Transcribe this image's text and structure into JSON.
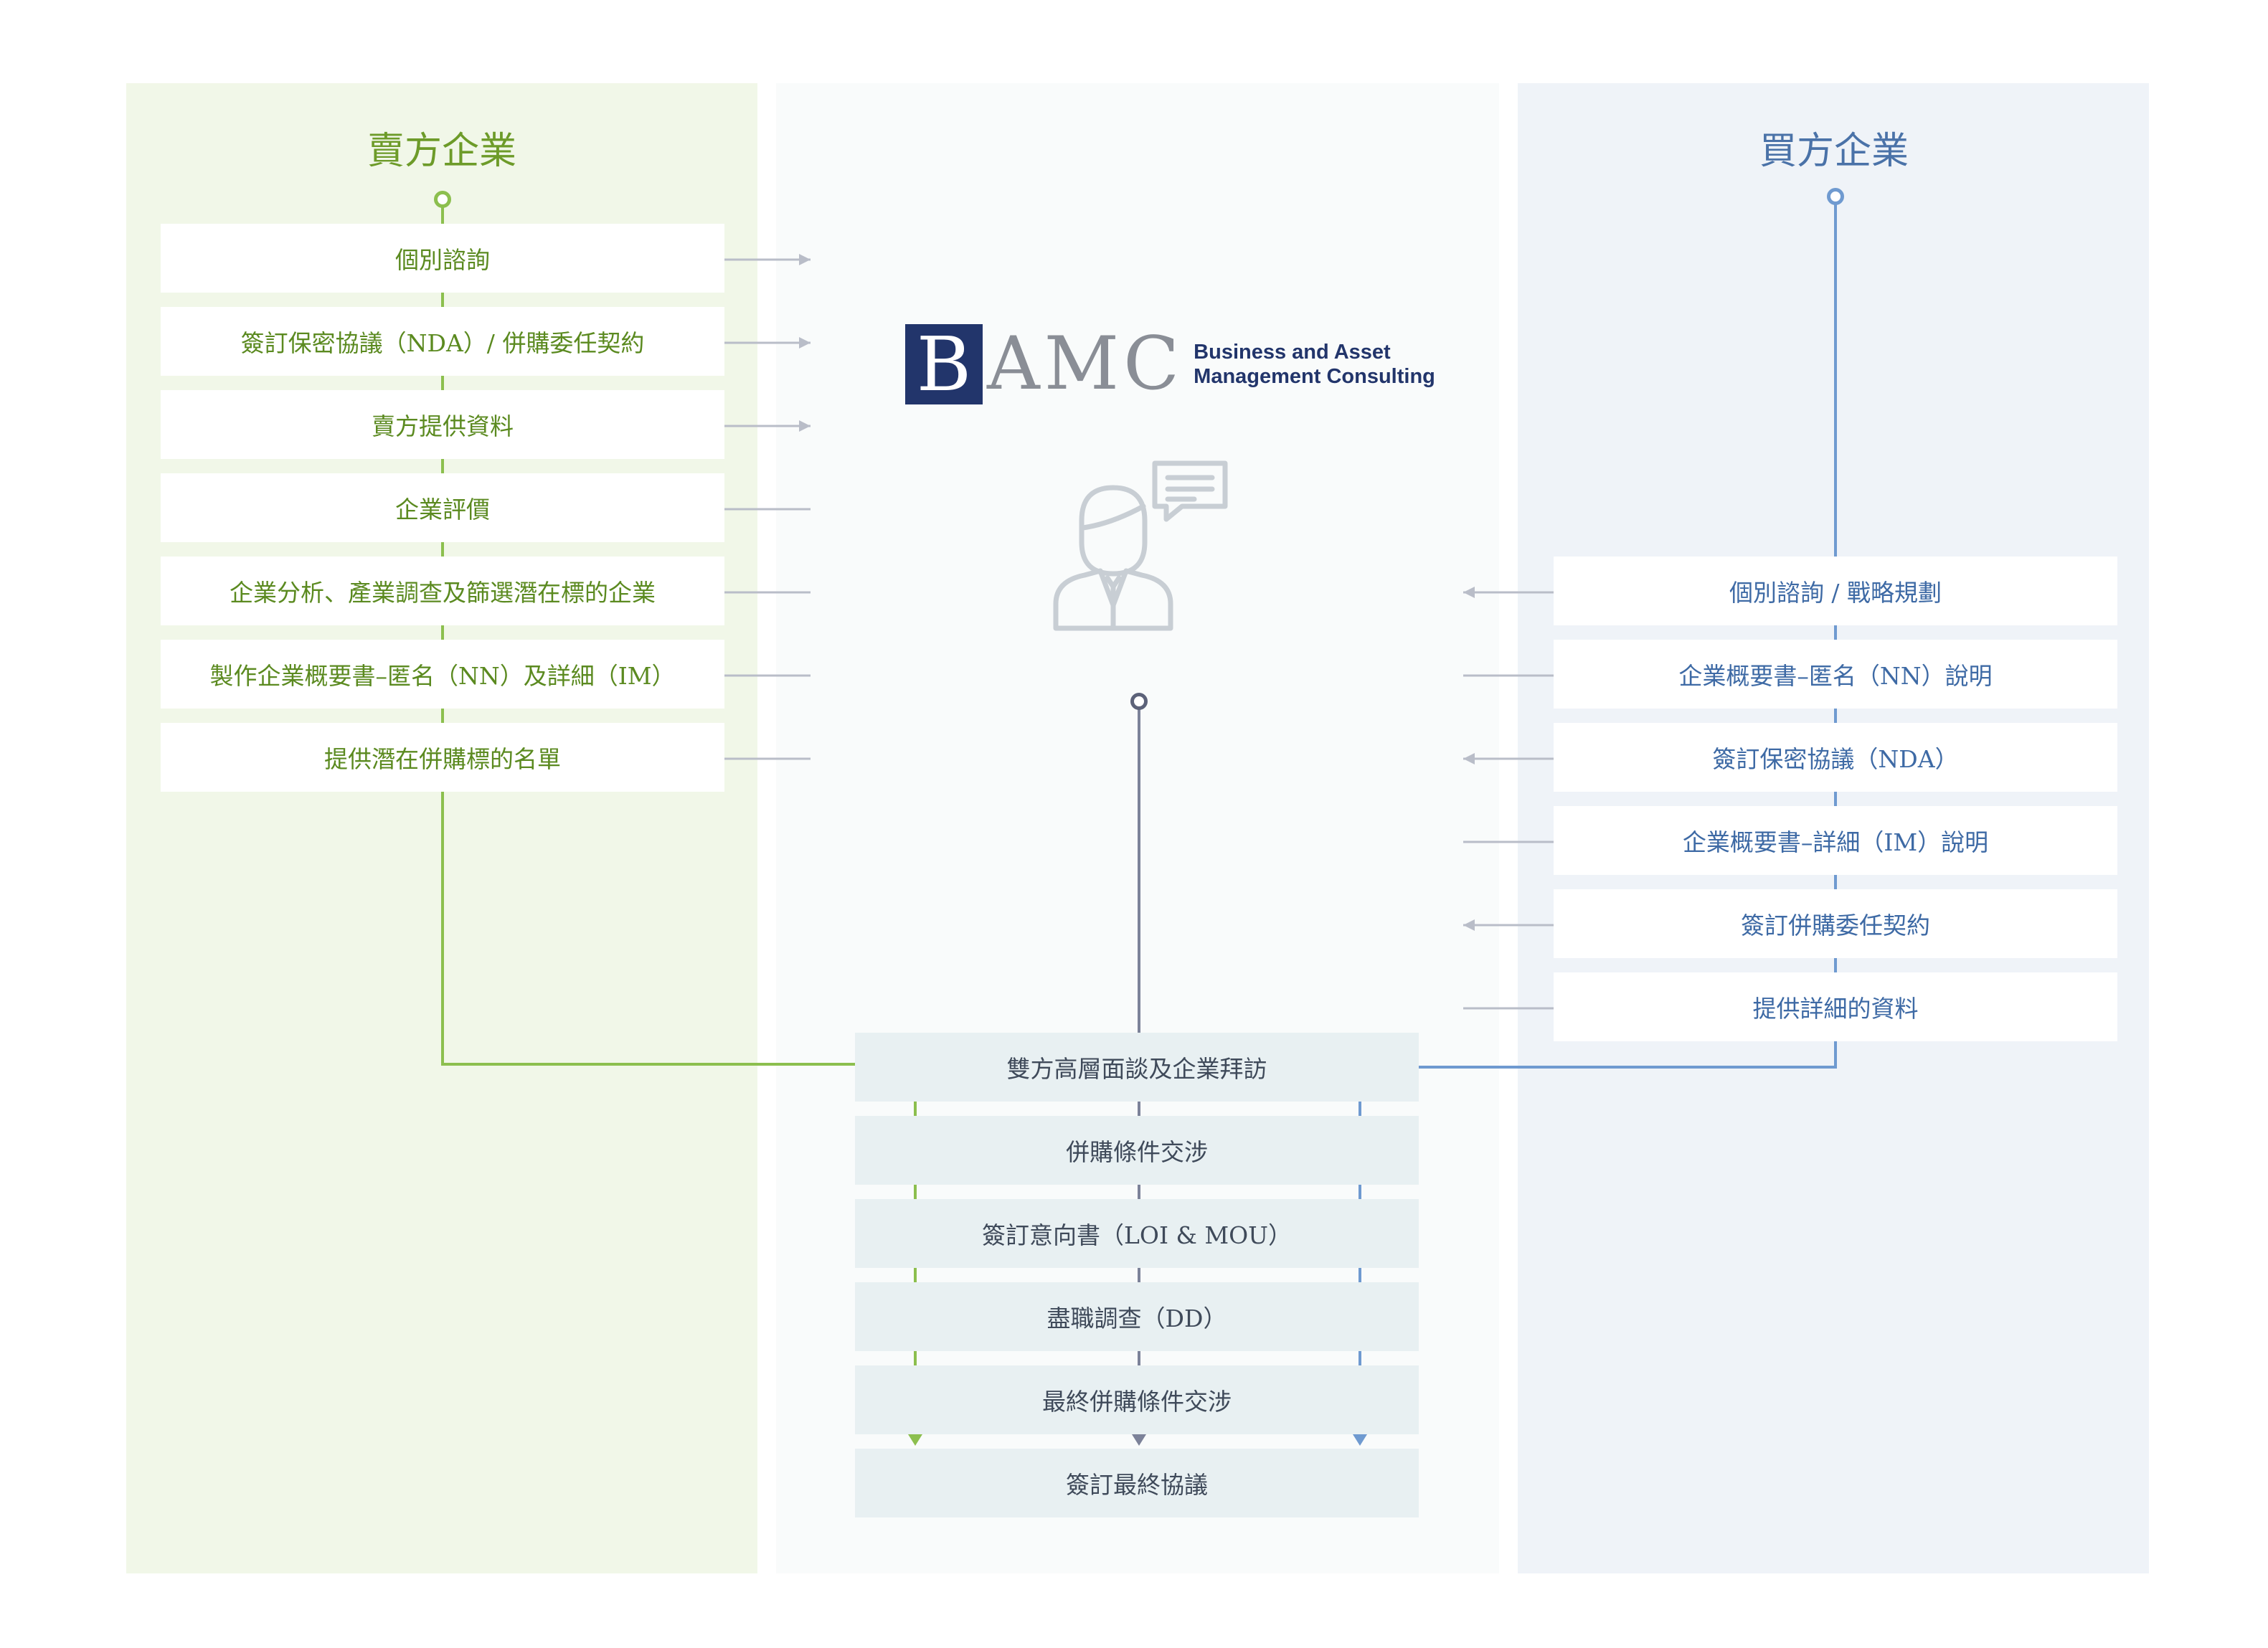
{
  "seller": {
    "title": "賣方企業",
    "steps": [
      "個別諮詢",
      "簽訂保密協議（NDA）/ 併購委任契約",
      "賣方提供資料",
      "企業評價",
      "企業分析、產業調查及篩選潛在標的企業",
      "製作企業概要書–匿名（NN）及詳細（IM）",
      "提供潛在併購標的名單"
    ]
  },
  "buyer": {
    "title": "買方企業",
    "steps": [
      "個別諮詢 / 戰略規劃",
      "企業概要書–匿名（NN）說明",
      "簽訂保密協議（NDA）",
      "企業概要書–詳細（IM）說明",
      "簽訂併購委任契約",
      "提供詳細的資料"
    ]
  },
  "logo": {
    "mark": "B",
    "letters": "AMC",
    "line1": "Business and Asset",
    "line2": "Management Consulting"
  },
  "joint": {
    "steps": [
      "雙方高層面談及企業拜訪",
      "併購條件交涉",
      "簽訂意向書（LOI & MOU）",
      "盡職調查（DD）",
      "最終併購條件交涉",
      "簽訂最終協議"
    ]
  },
  "colors": {
    "seller": "#8cbf4e",
    "buyer": "#6f9ad0",
    "mid": "#7c8299",
    "arrow": "#b9bdc8"
  }
}
